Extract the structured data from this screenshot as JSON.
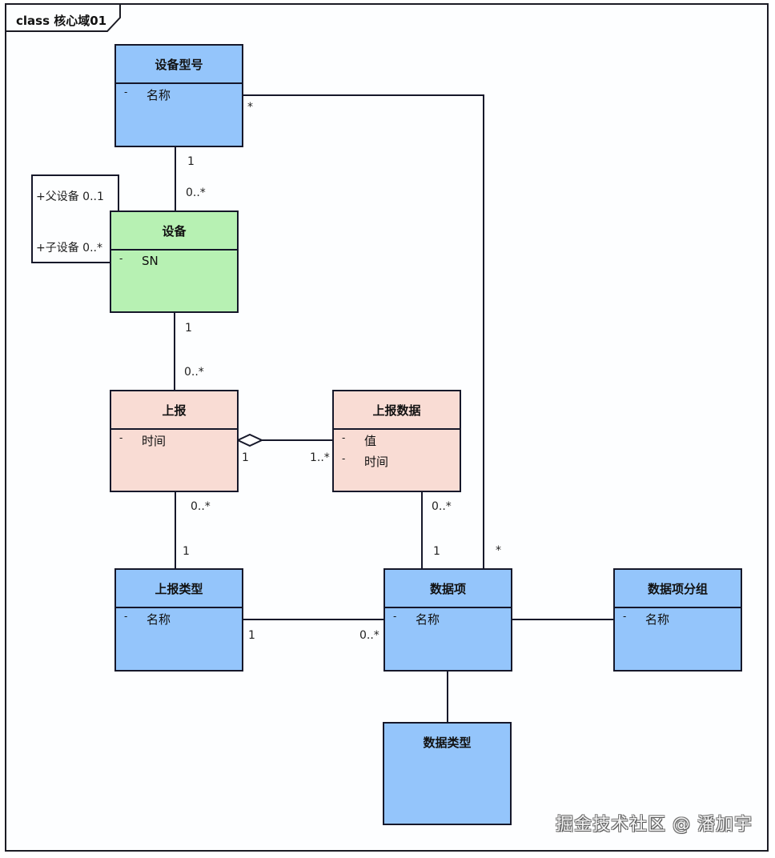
{
  "diagram": {
    "frame_title": "class 核心域01",
    "classes": {
      "device_model": {
        "name": "设备型号",
        "attributes": [
          {
            "visibility": "-",
            "name": "名称"
          }
        ],
        "color": "#94c5fb"
      },
      "device": {
        "name": "设备",
        "attributes": [
          {
            "visibility": "-",
            "name": "SN"
          }
        ],
        "color": "#b7f1b3"
      },
      "report": {
        "name": "上报",
        "attributes": [
          {
            "visibility": "-",
            "name": "时间"
          }
        ],
        "color": "#f9dcd4"
      },
      "report_data": {
        "name": "上报数据",
        "attributes": [
          {
            "visibility": "-",
            "name": "值"
          },
          {
            "visibility": "-",
            "name": "时间"
          }
        ],
        "color": "#f9dcd4"
      },
      "report_type": {
        "name": "上报类型",
        "attributes": [
          {
            "visibility": "-",
            "name": "名称"
          }
        ],
        "color": "#94c5fb"
      },
      "data_item": {
        "name": "数据项",
        "attributes": [
          {
            "visibility": "-",
            "name": "名称"
          }
        ],
        "color": "#94c5fb"
      },
      "data_item_group": {
        "name": "数据项分组",
        "attributes": [
          {
            "visibility": "-",
            "name": "名称"
          }
        ],
        "color": "#94c5fb"
      },
      "data_type": {
        "name": "数据类型",
        "attributes": [],
        "color": "#94c5fb"
      }
    },
    "self_association": {
      "parent_role": "+父设备 0..1",
      "child_role": "+子设备 0..*"
    },
    "multiplicities": {
      "model_device_model_end": "1",
      "model_device_device_end": "0..*",
      "device_report_device_end": "1",
      "device_report_report_end": "0..*",
      "report_data_report_end": "1",
      "report_data_data_end": "1..*",
      "report_type_report_end": "0..*",
      "report_type_type_end": "1",
      "data_item_reportdata_end": "0..*",
      "data_item_item_end": "1",
      "type_item_type_end": "1",
      "type_item_item_end": "0..*",
      "model_item_model_end": "*",
      "model_item_item_end": "*"
    },
    "watermark": "掘金技术社区 @ 潘加宇"
  }
}
